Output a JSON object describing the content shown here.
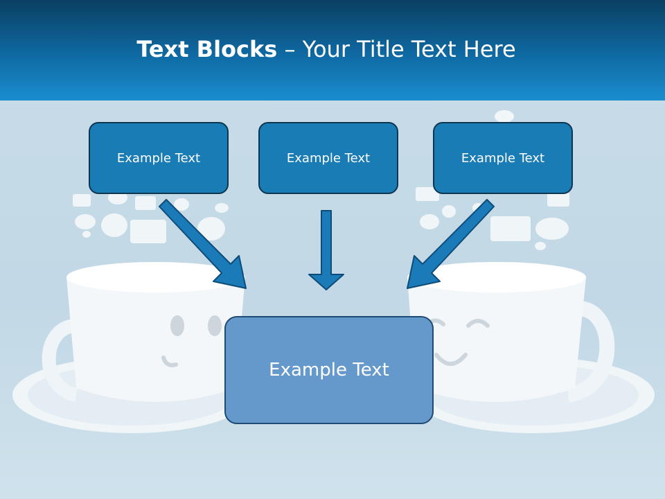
{
  "slide": {
    "title_bold": "Text Blocks",
    "title_dash": " – ",
    "title_rest": "Your Title Text Here"
  },
  "blocks": {
    "top_left": "Example Text",
    "top_center": "Example Text",
    "top_right": "Example Text",
    "main": "Example Text"
  },
  "colors": {
    "header_dark": "#0a3f62",
    "header_light": "#1a8dcf",
    "box_blue": "#1a7cb5",
    "main_box_blue": "#6699cb",
    "arrow_blue": "#1b7ab8"
  },
  "icons": [
    "speech-bubble-icon",
    "cloud-bubble-icon",
    "smiley-cup-icon",
    "arrow-icon"
  ]
}
